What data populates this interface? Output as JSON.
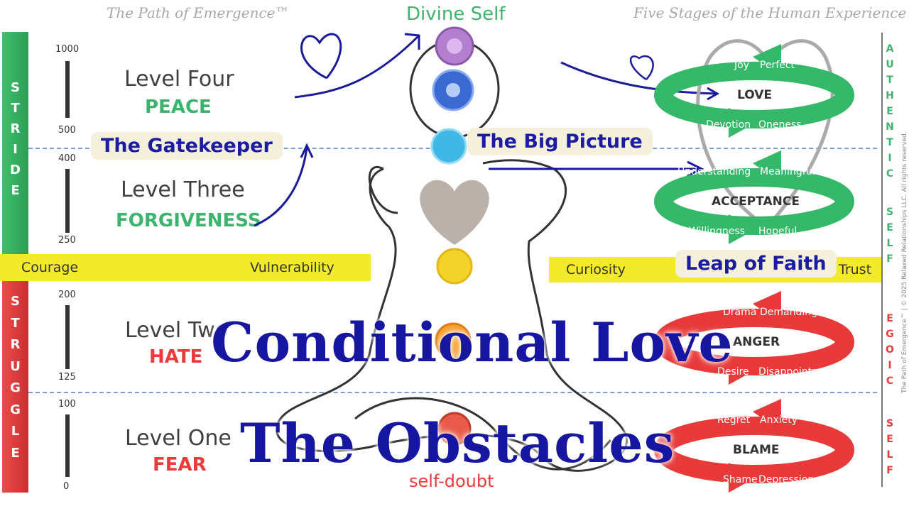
{
  "header": {
    "left_title": "The Path of Emergence™",
    "center_title": "Divine Self",
    "right_title": "Five Stages of the Human Experience"
  },
  "left_strips": {
    "stride": [
      "S",
      "T",
      "R",
      "I",
      "D",
      "E"
    ],
    "struggle": [
      "S",
      "T",
      "R",
      "U",
      "G",
      "G",
      "L",
      "E"
    ]
  },
  "scales": [
    "1000",
    "500",
    "400",
    "250",
    "200",
    "125",
    "100",
    "0"
  ],
  "levels": [
    {
      "name": "Level Four",
      "word": "PEACE"
    },
    {
      "name": "Level Three",
      "word": "FORGIVENESS"
    },
    {
      "name": "Level Two",
      "word": "HATE"
    },
    {
      "name": "Level One",
      "word": "FEAR"
    }
  ],
  "band": {
    "courage": "Courage",
    "vulnerability": "Vulnerability",
    "curiosity": "Curiosity",
    "trust": "Trust"
  },
  "callouts": {
    "gatekeeper": "The Gatekeeper",
    "big_picture": "The Big Picture",
    "leap": "Leap of Faith"
  },
  "cycles": [
    {
      "center": "LOVE",
      "tl": "Joy",
      "tr": "Perfect",
      "bl": "Devotion",
      "br": "Oneness",
      "color": "#36b86a"
    },
    {
      "center": "ACCEPTANCE",
      "tl": "Understanding",
      "tr": "Meaningful",
      "bl": "Willingness",
      "br": "Hopeful",
      "color": "#36b86a"
    },
    {
      "center": "ANGER",
      "tl": "Drama",
      "tr": "Demanding",
      "bl": "Desire",
      "br": "Disappointment",
      "color": "#e83a3a"
    },
    {
      "center": "BLAME",
      "tl": "Regret",
      "tr": "Anxiety",
      "bl": "Shame",
      "br": "Depression",
      "color": "#e83a3a"
    }
  ],
  "right_side": {
    "authentic": [
      "A",
      "U",
      "T",
      "H",
      "E",
      "N",
      "T",
      "I",
      "C"
    ],
    "self_top": [
      "S",
      "E",
      "L",
      "F"
    ],
    "egoic": [
      "E",
      "G",
      "O",
      "I",
      "C"
    ],
    "self_bottom": [
      "S",
      "E",
      "L",
      "F"
    ],
    "copyright": "The Path of Emergence™ | © 2025 Relaxed Relationships LLC. All rights reserved."
  },
  "overlay": {
    "line1": "Conditional Love",
    "line2": "The Obstacles"
  },
  "bottom_label": "self-doubt"
}
